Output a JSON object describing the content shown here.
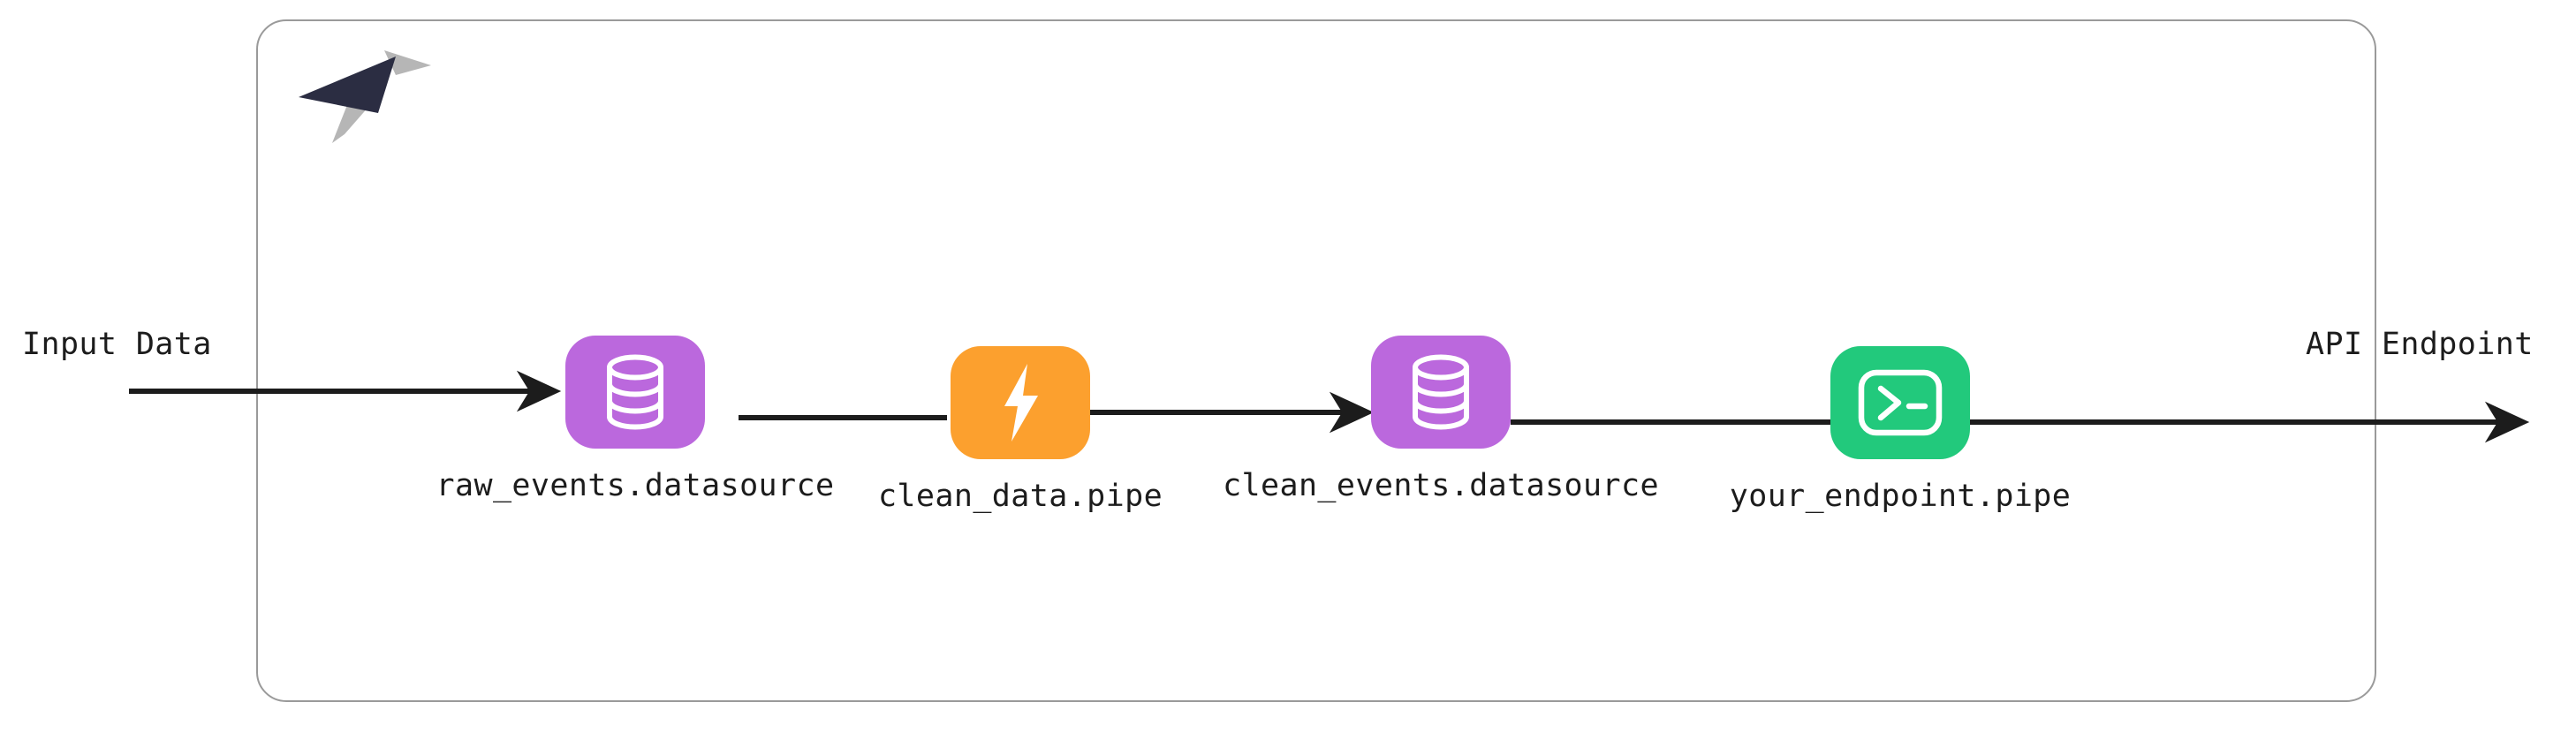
{
  "diagram": {
    "type": "pipeline-flow",
    "container_label": "tinybird-platform-boundary",
    "brand": {
      "logo_name": "tinybird-bird-logo",
      "dark_color": "#2b2d42",
      "light_color": "#b6b6b6"
    },
    "captions": {
      "input": "Input Data",
      "output": "API Endpoint"
    },
    "nodes": [
      {
        "id": "raw-events-datasource",
        "label": "raw_events.datasource",
        "icon": "database-icon",
        "color": "#bb68dd",
        "kind": "datasource"
      },
      {
        "id": "clean-data-pipe",
        "label": "clean_data.pipe",
        "icon": "lightning-bolt-icon",
        "color": "#fca02e",
        "kind": "pipe"
      },
      {
        "id": "clean-events-datasource",
        "label": "clean_events.datasource",
        "icon": "database-icon",
        "color": "#bb68dd",
        "kind": "datasource"
      },
      {
        "id": "your-endpoint-pipe",
        "label": "your_endpoint.pipe",
        "icon": "terminal-prompt-icon",
        "color": "#22c97c",
        "kind": "endpoint"
      }
    ],
    "edges": [
      {
        "id": "edge-input-to-raw",
        "from": "input",
        "to": "raw-events-datasource",
        "arrowhead": true
      },
      {
        "id": "edge-raw-to-cleandata",
        "from": "raw-events-datasource",
        "to": "clean-data-pipe",
        "arrowhead": false
      },
      {
        "id": "edge-cleandata-to-cleanev",
        "from": "clean-data-pipe",
        "to": "clean-events-datasource",
        "arrowhead": true
      },
      {
        "id": "edge-cleanev-to-endpoint",
        "from": "clean-events-datasource",
        "to": "your-endpoint-pipe",
        "arrowhead": false
      },
      {
        "id": "edge-endpoint-to-output",
        "from": "your-endpoint-pipe",
        "to": "output",
        "arrowhead": true
      }
    ],
    "colors": {
      "line": "#1c1c1c",
      "container_border": "#9a9a9a",
      "icon_glyph": "#ffffff",
      "background": "#ffffff",
      "text": "#1c1c1c"
    }
  }
}
